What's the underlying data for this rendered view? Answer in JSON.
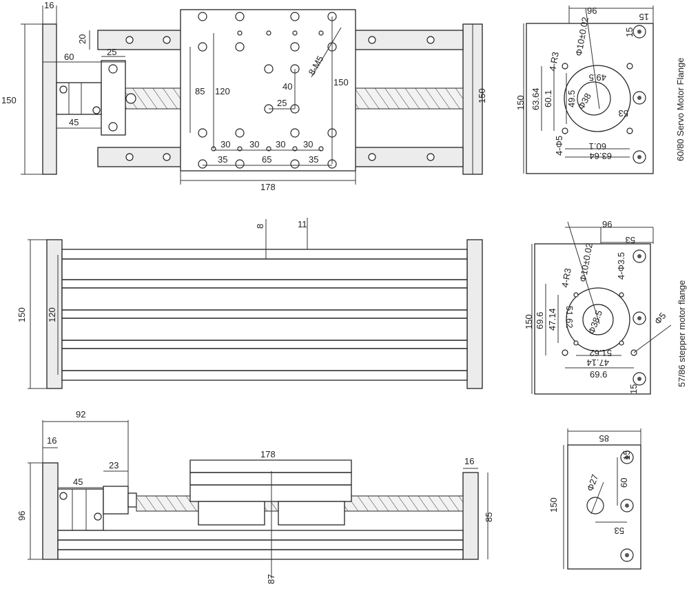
{
  "top_view": {
    "dims": {
      "d16": "16",
      "d20": "20",
      "d60": "60",
      "d25": "25",
      "d150_left": "150",
      "d45": "45",
      "d85": "85",
      "d120": "120",
      "d40": "40",
      "d25_inner": "25",
      "d8m5": "8-M5",
      "d150_right": "150",
      "d150_rail": "150",
      "d30a": "30",
      "d30b": "30",
      "d30c": "30",
      "d30d": "30",
      "d35a": "35",
      "d65": "65",
      "d35b": "35",
      "d178": "178"
    }
  },
  "side_view": {
    "dims": {
      "d8": "8",
      "d11": "11",
      "d150": "150",
      "d120": "120"
    }
  },
  "front_view": {
    "dims": {
      "d92": "92",
      "d16a": "16",
      "d45": "45",
      "d23": "23",
      "d96": "96",
      "d178": "178",
      "d16b": "16",
      "d85": "85",
      "d87": "87"
    }
  },
  "servo_flange": {
    "caption": "60/80 Servo Motor Flange",
    "dims": {
      "d96": "96",
      "d15a": "15",
      "d15b": "15",
      "d4r3": "4-R3",
      "d10": "Φ10±0.02",
      "d150": "150",
      "d6364": "63.64",
      "d601": "60.1",
      "d495a": "49.5",
      "d495b": "49.5",
      "d38": "Φ38",
      "d53": "53",
      "d4phi5": "4-Φ5",
      "d601b": "60.1",
      "d6364b": "63.64"
    }
  },
  "stepper_flange": {
    "caption": "57/86 stepper motor flange",
    "dims": {
      "d96": "96",
      "d53": "53",
      "d4r3": "4-R3",
      "d10": "Φ10±0.02",
      "d4phi35": "4-Φ3.5",
      "d150": "150",
      "d696": "69.6",
      "d4714": "47.14",
      "d5162": "51.62",
      "d385": "Φ38.5",
      "d5": "Φ5",
      "d5162b": "51.62",
      "d4714b": "47.14",
      "d696b": "69.6",
      "d15": "15"
    }
  },
  "end_plate": {
    "dims": {
      "d85": "85",
      "d150": "150",
      "d15": "15",
      "d27": "Φ27",
      "d60": "60",
      "d53": "53"
    }
  }
}
